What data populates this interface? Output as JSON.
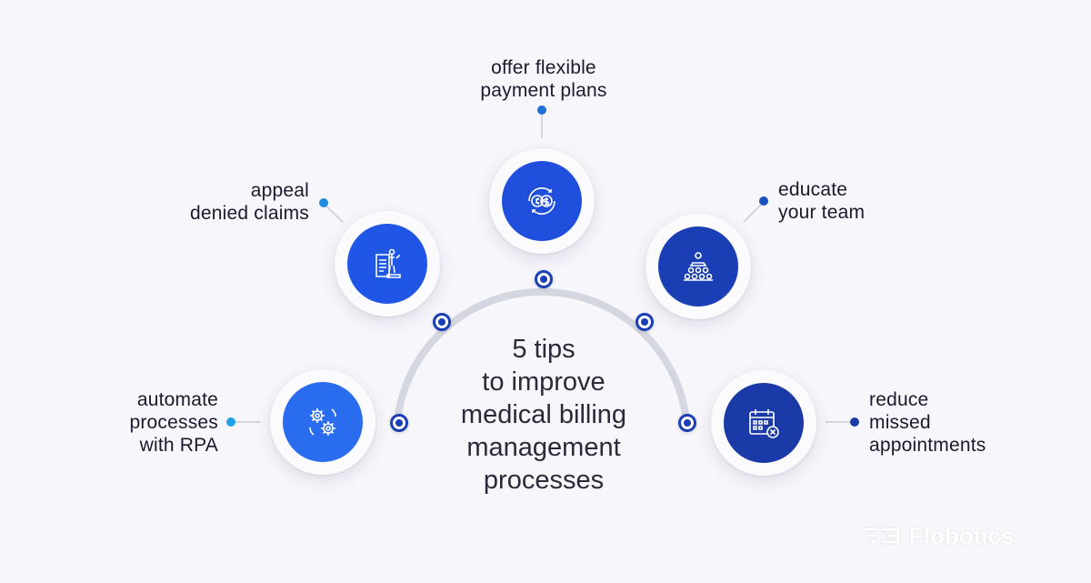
{
  "title": [
    "5 tips",
    "to improve",
    "medical billing",
    "management",
    "processes"
  ],
  "colors": {
    "background": "#f6f6fb",
    "arc": "#d0d3dc",
    "accent_dark": "#1a3fb5",
    "node_light_blue": "#2a6cf0",
    "node_mid_blue": "#1f4fdc",
    "node_navy": "#1a3aa8",
    "text": "#1a1a2e"
  },
  "tips": [
    {
      "lines": [
        "automate",
        "processes",
        "with RPA"
      ],
      "icon": "gears-cycle-icon",
      "color": "#2a6cf0"
    },
    {
      "lines": [
        "appeal",
        "denied claims"
      ],
      "icon": "document-person-icon",
      "color": "#1f56e6"
    },
    {
      "lines": [
        "offer flexible",
        "payment plans"
      ],
      "icon": "currency-exchange-icon",
      "color": "#1f4fdc"
    },
    {
      "lines": [
        "educate",
        "your team"
      ],
      "icon": "team-training-icon",
      "color": "#1a3fb5"
    },
    {
      "lines": [
        "reduce",
        "missed",
        "appointments"
      ],
      "icon": "calendar-cancel-icon",
      "color": "#1a3aa8"
    }
  ],
  "logo": {
    "text": "Flobotics",
    "icon": "flobotics-logo-icon"
  }
}
